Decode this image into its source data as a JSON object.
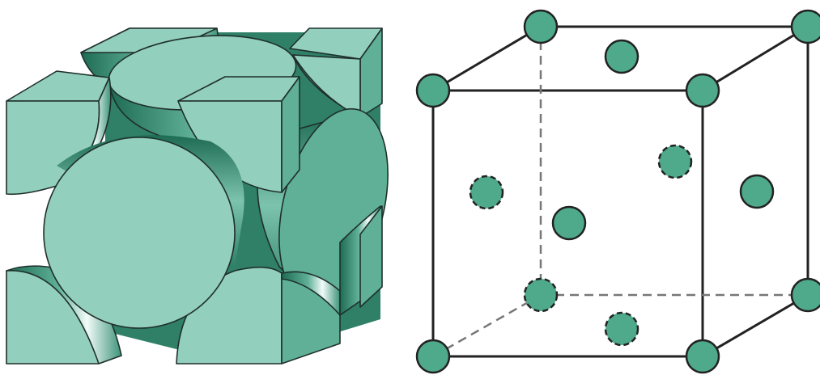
{
  "figure": {
    "panels": [
      {
        "id": "left",
        "depiction": "close-packed-atoms-cube"
      },
      {
        "id": "right",
        "depiction": "lattice-points-cube"
      }
    ]
  },
  "colors": {
    "atom_fill": "#7cc3ad",
    "atom_face": "#93cfbd",
    "atom_mid": "#5fb097",
    "atom_dark": "#2f8066",
    "atom_deep": "#1d6b52",
    "outline": "#1f2f2a",
    "edge": "#222222",
    "hidden_edge": "#777777",
    "background": "#ffffff"
  }
}
